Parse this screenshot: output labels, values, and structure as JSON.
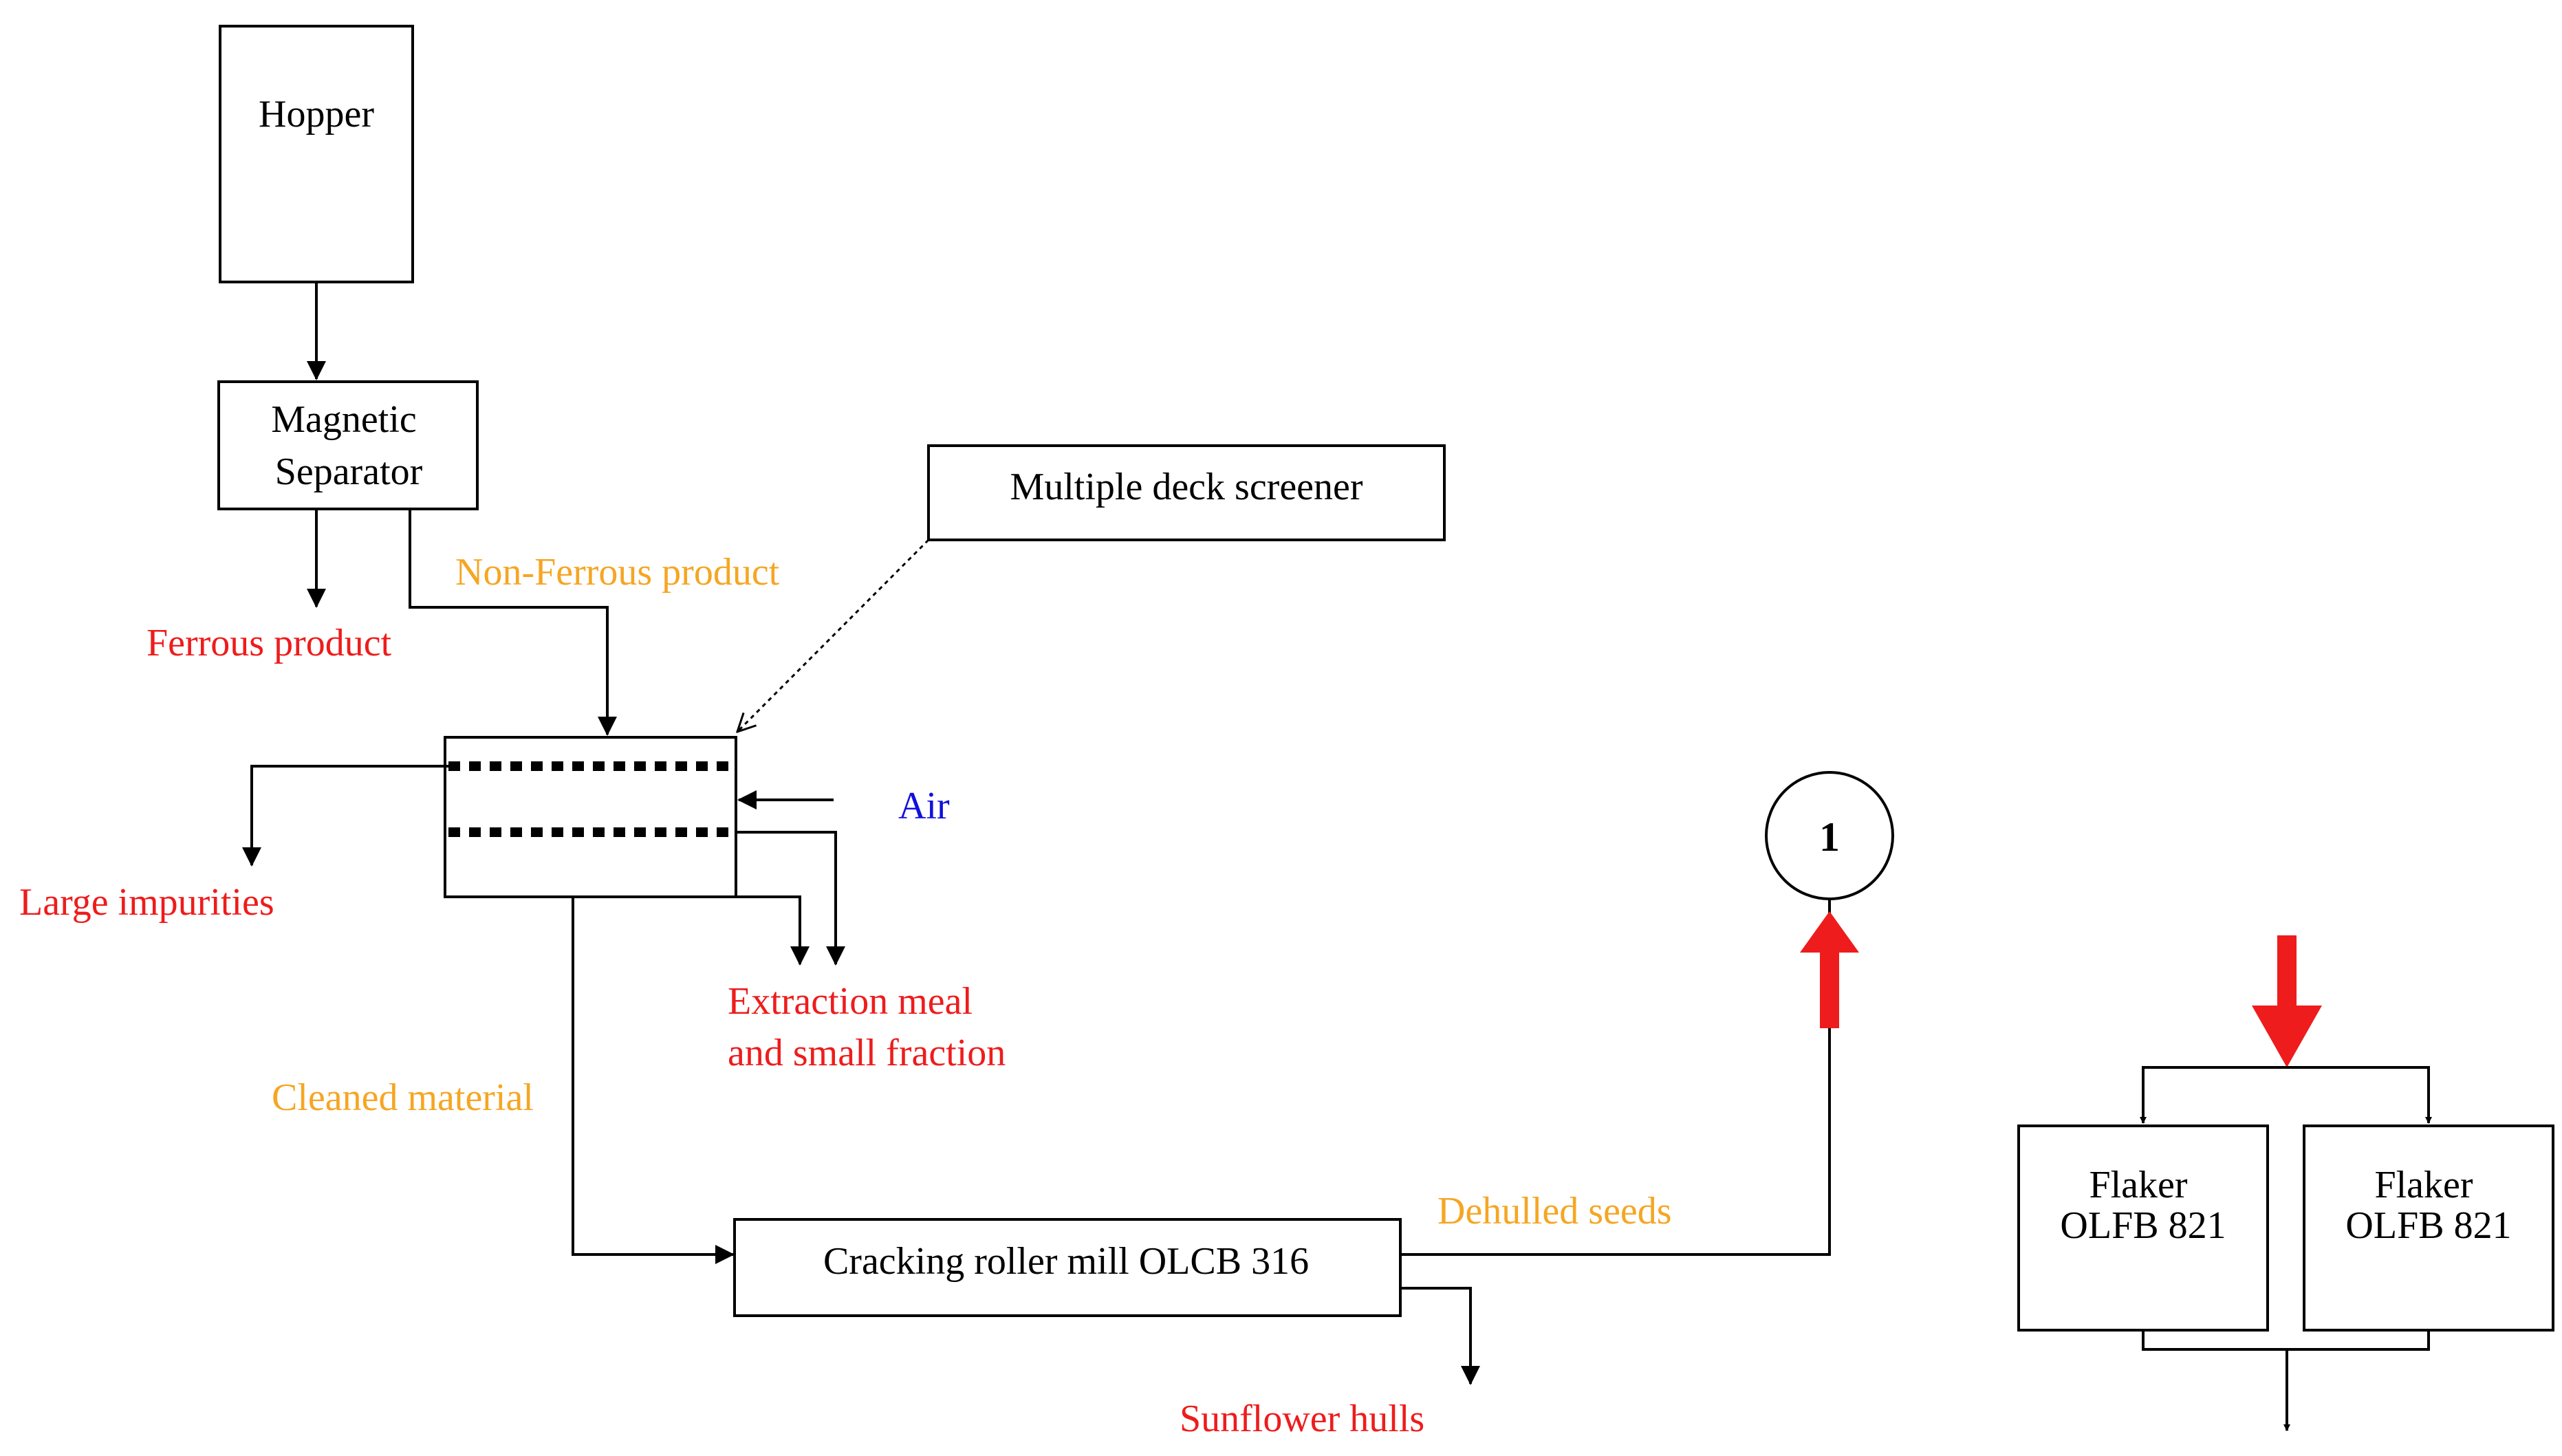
{
  "colors": {
    "line": "#000000",
    "output_red": "#ee1c1c",
    "stream_orange": "#f5a623",
    "air_blue": "#1010dd"
  },
  "blocks": {
    "hopper": "Hopper",
    "magnetic_separator": [
      "Magnetic",
      "Separator"
    ],
    "multiple_deck_screener": "Multiple deck screener",
    "cracking_roller_mill": "Cracking roller mill OLCB 316",
    "flaker_left": [
      "Flaker",
      "OLFB 821"
    ],
    "flaker_right": [
      "Flaker",
      "OLFB 821"
    ],
    "connector": "1"
  },
  "streams": {
    "non_ferrous_product": "Non-Ferrous product",
    "cleaned_material": "Cleaned material",
    "dehulled_seeds": "Dehulled seeds",
    "air": "Air"
  },
  "outputs": {
    "ferrous_product": "Ferrous product",
    "large_impurities": "Large impurities",
    "extraction_meal": [
      "Extraction meal",
      "and small fraction"
    ],
    "sunflower_hulls": "Sunflower hulls"
  }
}
